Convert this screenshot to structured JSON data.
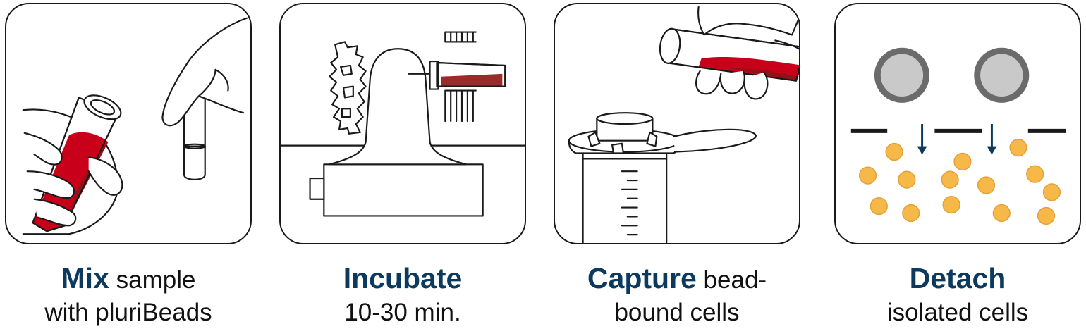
{
  "steps": [
    {
      "title": "Mix",
      "text_line1": " sample",
      "text_line2": "with pluriBeads",
      "icon": "mix-tube-hand-icon"
    },
    {
      "title": "Incubate",
      "text_line1": "",
      "text_line2": "10-30 min.",
      "icon": "rotator-incubate-icon"
    },
    {
      "title": "Capture",
      "text_line1": " bead-",
      "text_line2": "bound cells",
      "icon": "strainer-capture-icon"
    },
    {
      "title": "Detach",
      "text_line1": "",
      "text_line2": "isolated cells",
      "icon": "detach-cells-icon"
    }
  ],
  "colors": {
    "title": "#0c3a5e",
    "blood": "#c8001a",
    "blood_dark": "#8e1418",
    "incubate_liquid": "#9b2a2a",
    "bead_ring": "#6b6b6b",
    "bead_fill": "#c9c9c9",
    "cell": "#f7b84a",
    "arrow": "#0c3a5e"
  }
}
